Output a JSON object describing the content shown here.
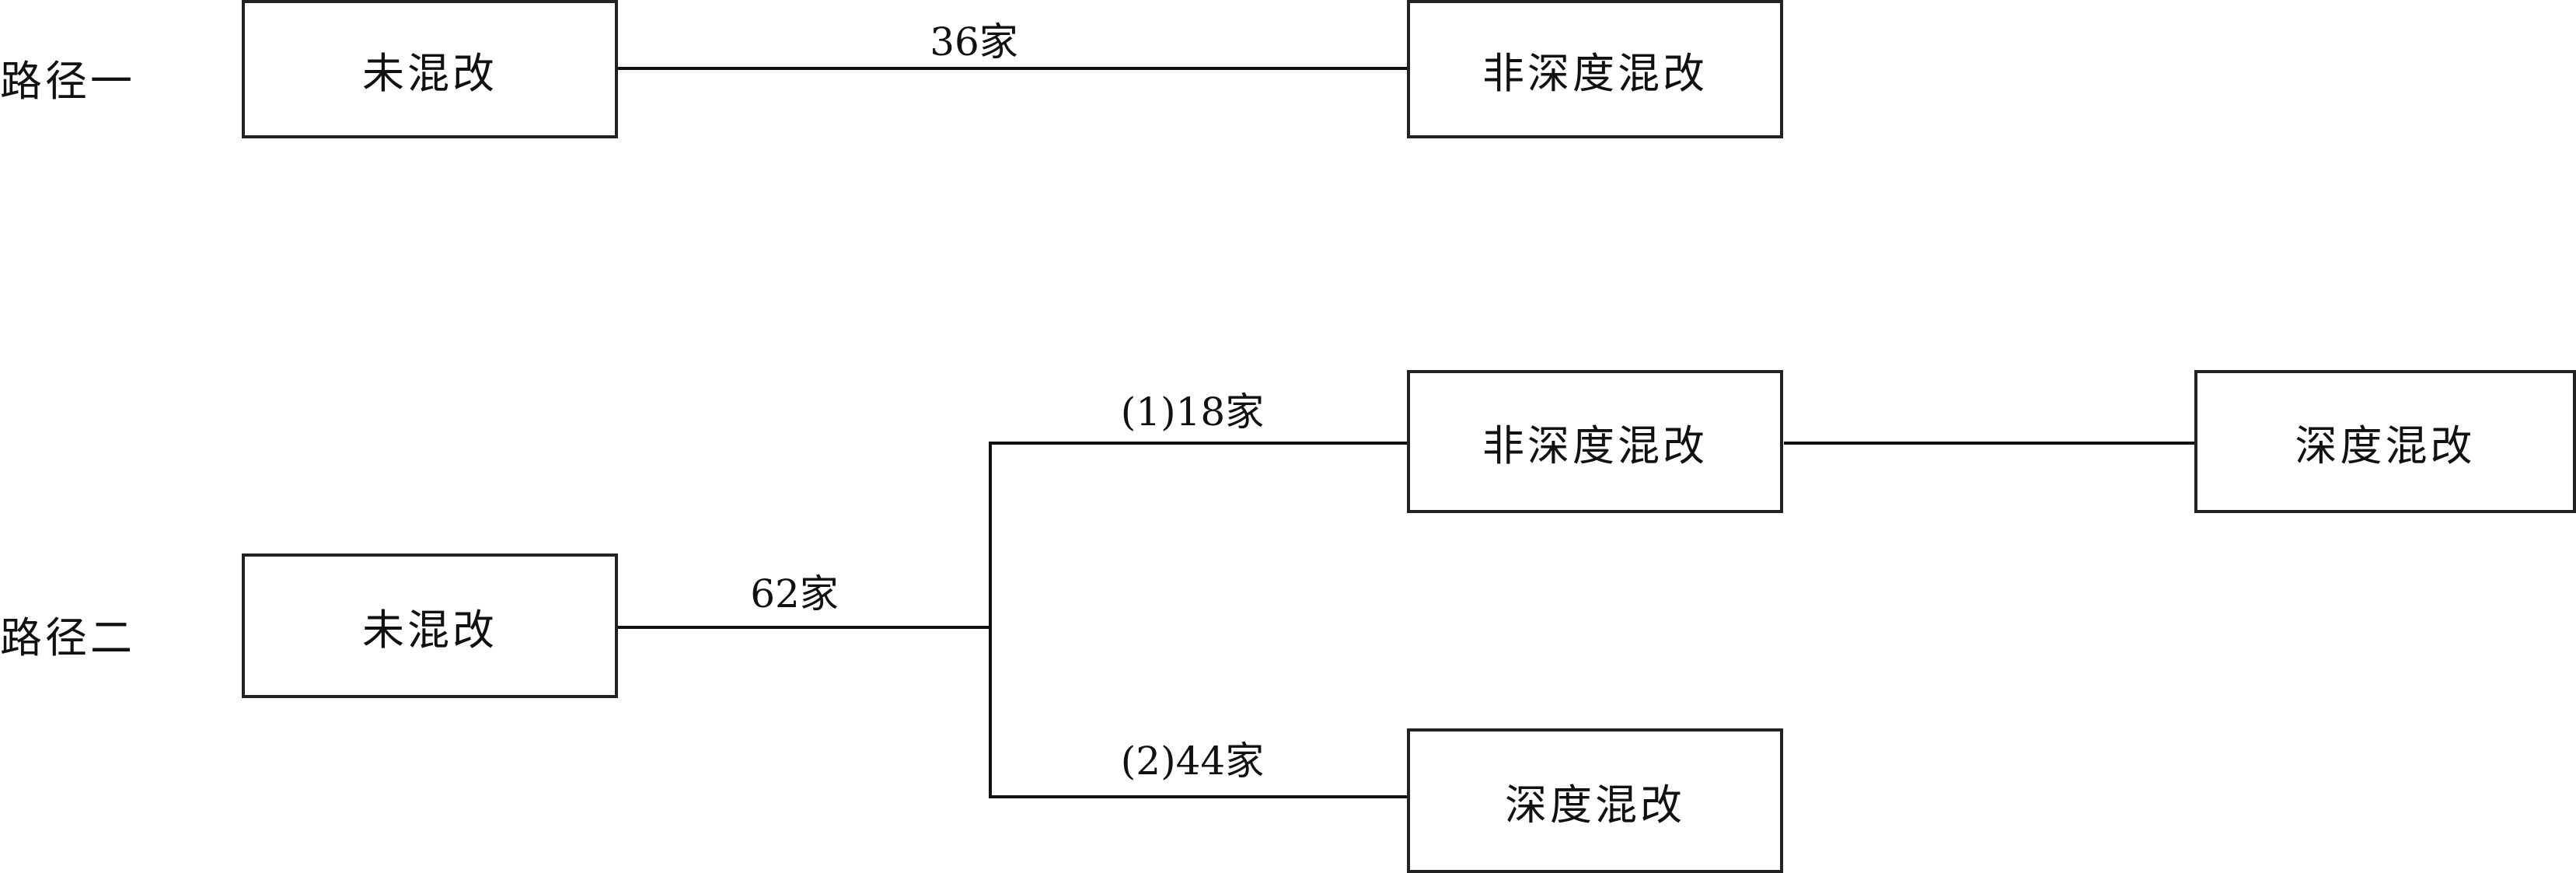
{
  "paths": [
    {
      "label": "路径一",
      "nodes": {
        "start": "未混改",
        "end": "非深度混改"
      },
      "edge_label": "36家"
    },
    {
      "label": "路径二",
      "nodes": {
        "start": "未混改",
        "branch1_mid": "非深度混改",
        "branch1_end": "深度混改",
        "branch2_end": "深度混改"
      },
      "trunk_label": "62家",
      "branch1_label": "(1)18家",
      "branch2_label": "(2)44家"
    }
  ]
}
